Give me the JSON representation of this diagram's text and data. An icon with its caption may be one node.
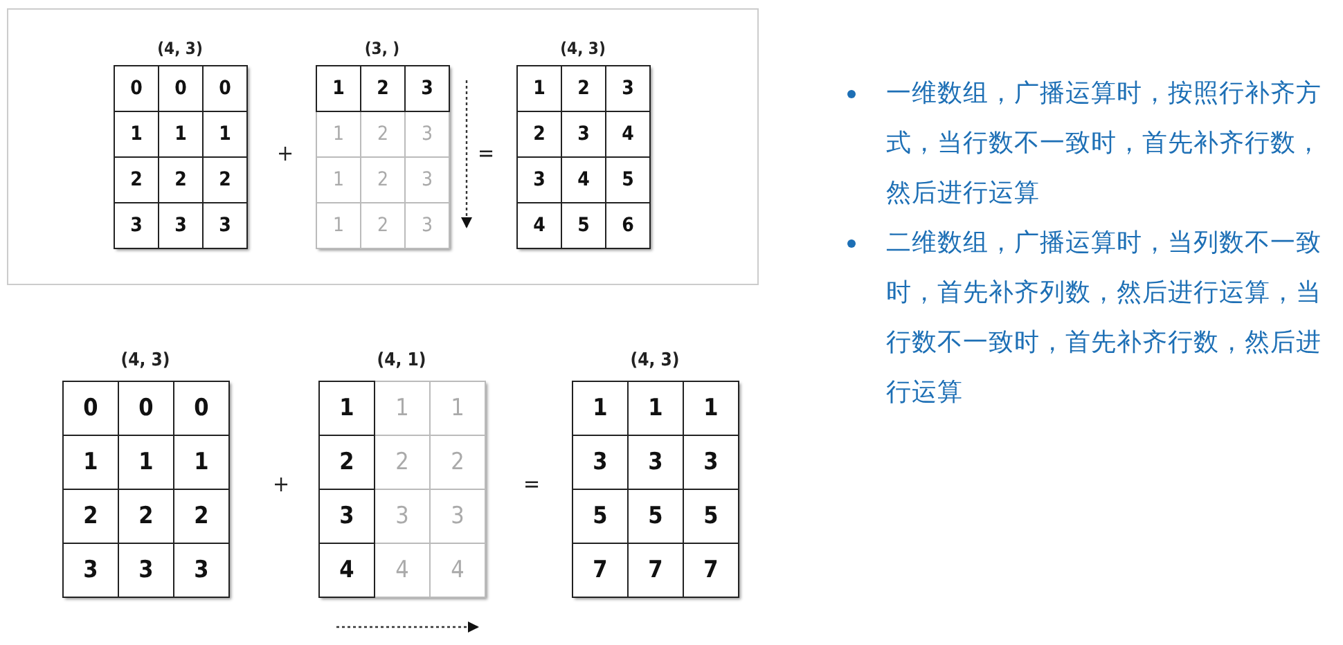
{
  "diagram": {
    "labels": [
      "(4, 3)",
      "(3, )",
      "(4, 3)",
      "0",
      "0",
      "0",
      "1",
      "1",
      "1",
      "2",
      "2",
      "2",
      "3",
      "3",
      "3",
      "+",
      "1",
      "2",
      "3",
      "1",
      "2",
      "3",
      "1",
      "2",
      "3",
      "1",
      "2",
      "3",
      "=",
      "1",
      "2",
      "3",
      "2",
      "3",
      "4",
      "3",
      "4",
      "5",
      "4",
      "5",
      "6",
      "(4, 3)",
      "(4, 1)",
      "(4, 3)",
      "0",
      "0",
      "0",
      "1",
      "1",
      "1",
      "2",
      "2",
      "2",
      "3",
      "3",
      "3",
      "+",
      "1",
      "1",
      "1",
      "2",
      "2",
      "2",
      "3",
      "3",
      "3",
      "4",
      "4",
      "4",
      "=",
      "1",
      "1",
      "1",
      "3",
      "3",
      "3",
      "5",
      "5",
      "5",
      "7",
      "7",
      "7",
      "一维数组，广播运算时，按照行补齐方式，当行数不一致时，首先补齐行数，然后进行运算",
      "二维数组，广播运算时，当列数不一致时，首先补齐列数，然后进行运算，当行数不一致时，首先补齐行数，然后进行运算"
    ]
  }
}
